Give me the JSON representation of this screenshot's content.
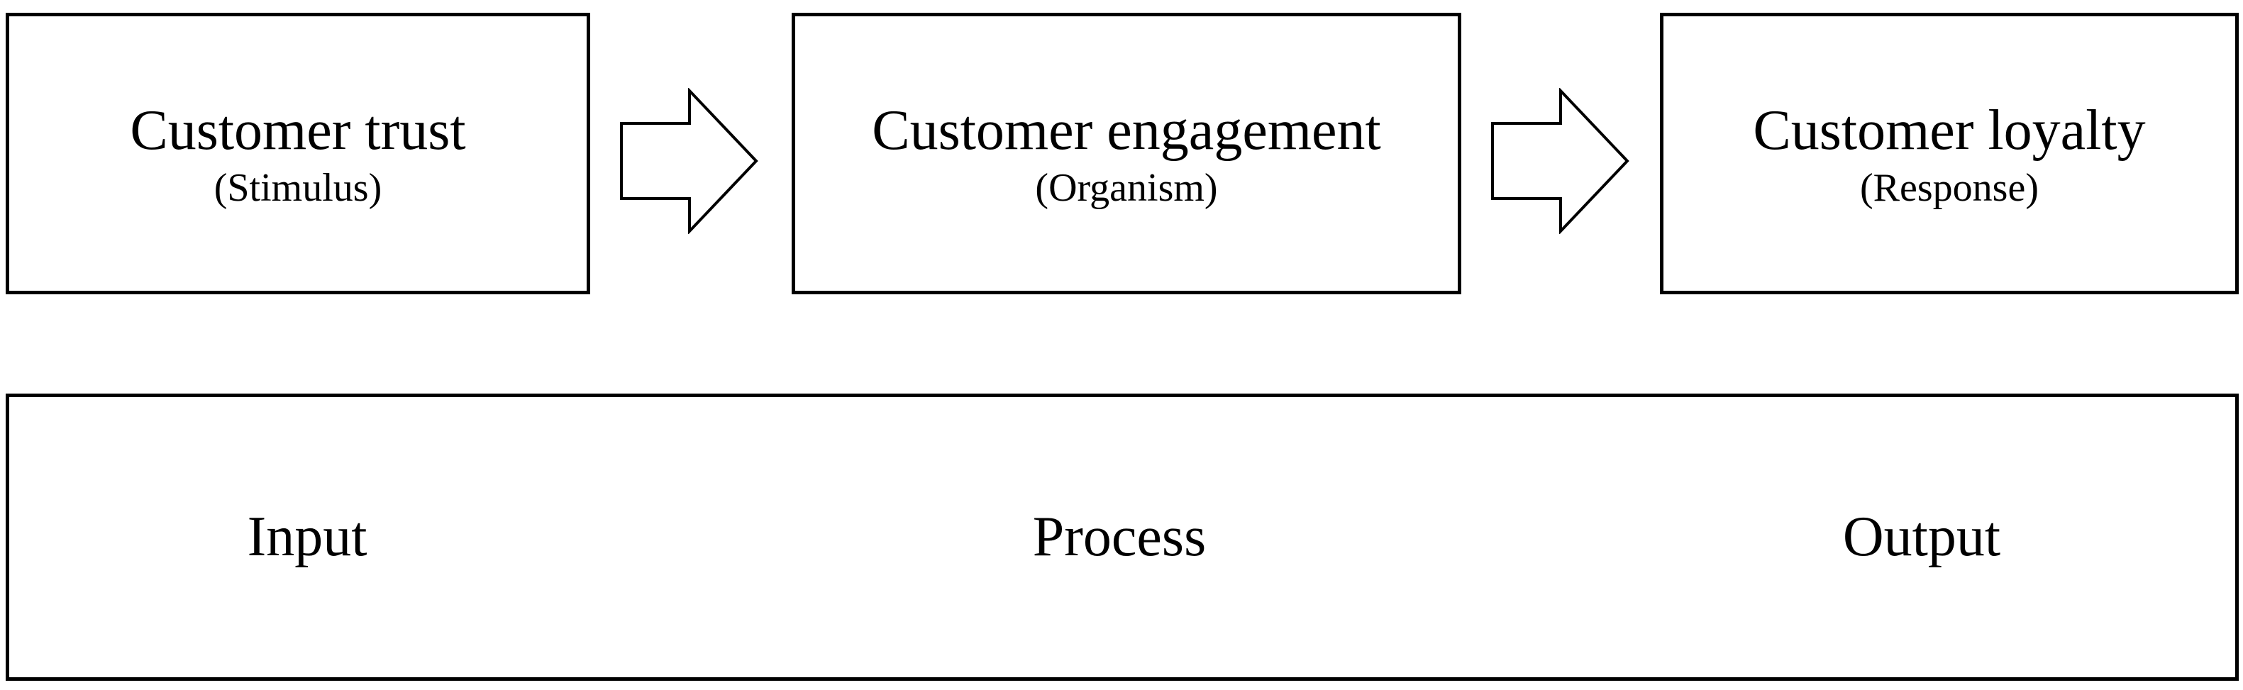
{
  "stages": [
    {
      "title": "Customer trust",
      "subtitle": "(Stimulus)"
    },
    {
      "title": "Customer engagement",
      "subtitle": "(Organism)"
    },
    {
      "title": "Customer loyalty",
      "subtitle": "(Response)"
    }
  ],
  "phases": {
    "input": "Input",
    "process": "Process",
    "output": "Output"
  },
  "colors": {
    "stroke": "#000000",
    "background": "#ffffff"
  },
  "icons": {
    "connector": "right-arrow-outline-icon"
  }
}
